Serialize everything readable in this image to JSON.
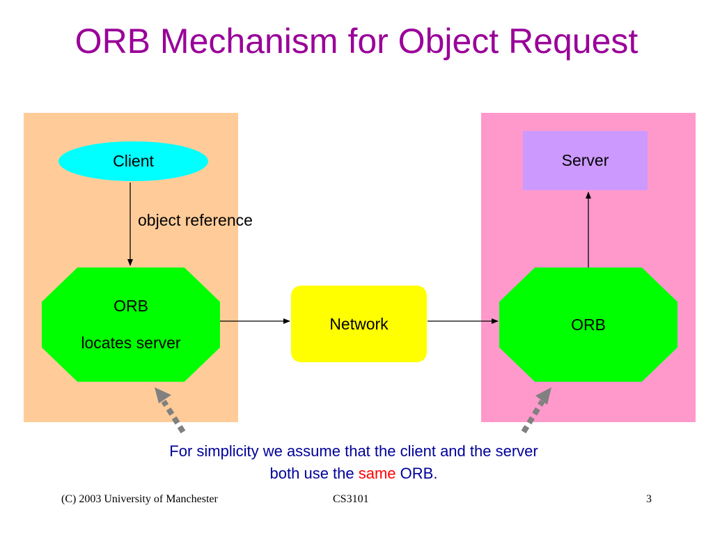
{
  "title": "ORB Mechanism for Object Request",
  "diagram": {
    "client_label": "Client",
    "server_label": "Server",
    "object_reference_label": "object reference",
    "left_orb": {
      "line1": "ORB",
      "line2": "locates server"
    },
    "network_label": "Network",
    "right_orb_label": "ORB"
  },
  "note": {
    "line1": "For simplicity we assume that the client and the server",
    "line2_before": "both use the ",
    "line2_highlight": "same",
    "line2_after": " ORB."
  },
  "footer": {
    "left": "(C) 2003 University of Manchester",
    "center": "CS3101",
    "page_number": "3"
  },
  "colors": {
    "title": "#990099",
    "left_panel": "#ffcc99",
    "right_panel": "#ff99cc",
    "client": "#00ffff",
    "server": "#cc99ff",
    "orb": "#00ff00",
    "network": "#ffff00",
    "note": "#000099",
    "highlight": "#ff0000",
    "dashed_arrows": "#808080"
  }
}
